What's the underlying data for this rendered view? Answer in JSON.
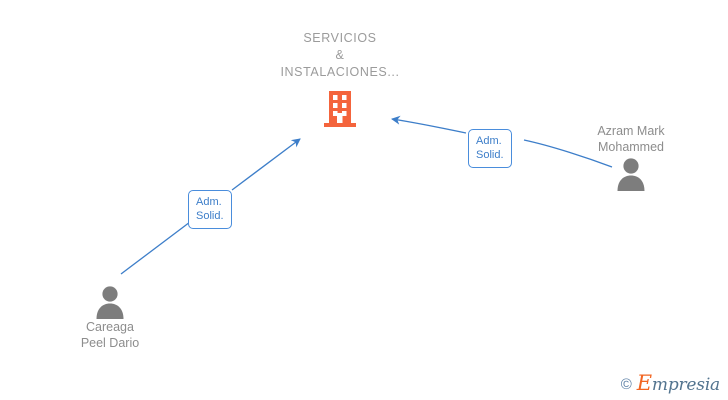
{
  "graph": {
    "title": "Company relationship graph",
    "company": {
      "name": "SERVICIOS\n&\nINSTALACIONES...",
      "icon": "building-icon",
      "color": "#f4643c"
    },
    "persons": [
      {
        "name": "Careaga\nPeel Dario",
        "icon": "person-icon",
        "color": "#7d7d7d",
        "position": "bottom-left"
      },
      {
        "name": "Azram Mark\nMohammed",
        "icon": "person-icon",
        "color": "#7d7d7d",
        "position": "right"
      }
    ],
    "edges": [
      {
        "from": "Careaga Peel Dario",
        "to": "SERVICIOS & INSTALACIONES...",
        "label": "Adm.\nSolid.",
        "color": "#3d7ec9",
        "style": "straight-arrow"
      },
      {
        "from": "Azram Mark Mohammed",
        "to": "SERVICIOS & INSTALACIONES...",
        "label": "Adm.\nSolid.",
        "color": "#3d7ec9",
        "style": "curved-arrow"
      }
    ],
    "watermark": {
      "copyright": "©",
      "brand_first_letter": "E",
      "brand_rest": "mpresia",
      "accent_color": "#f26522",
      "text_color": "#53748f"
    }
  }
}
